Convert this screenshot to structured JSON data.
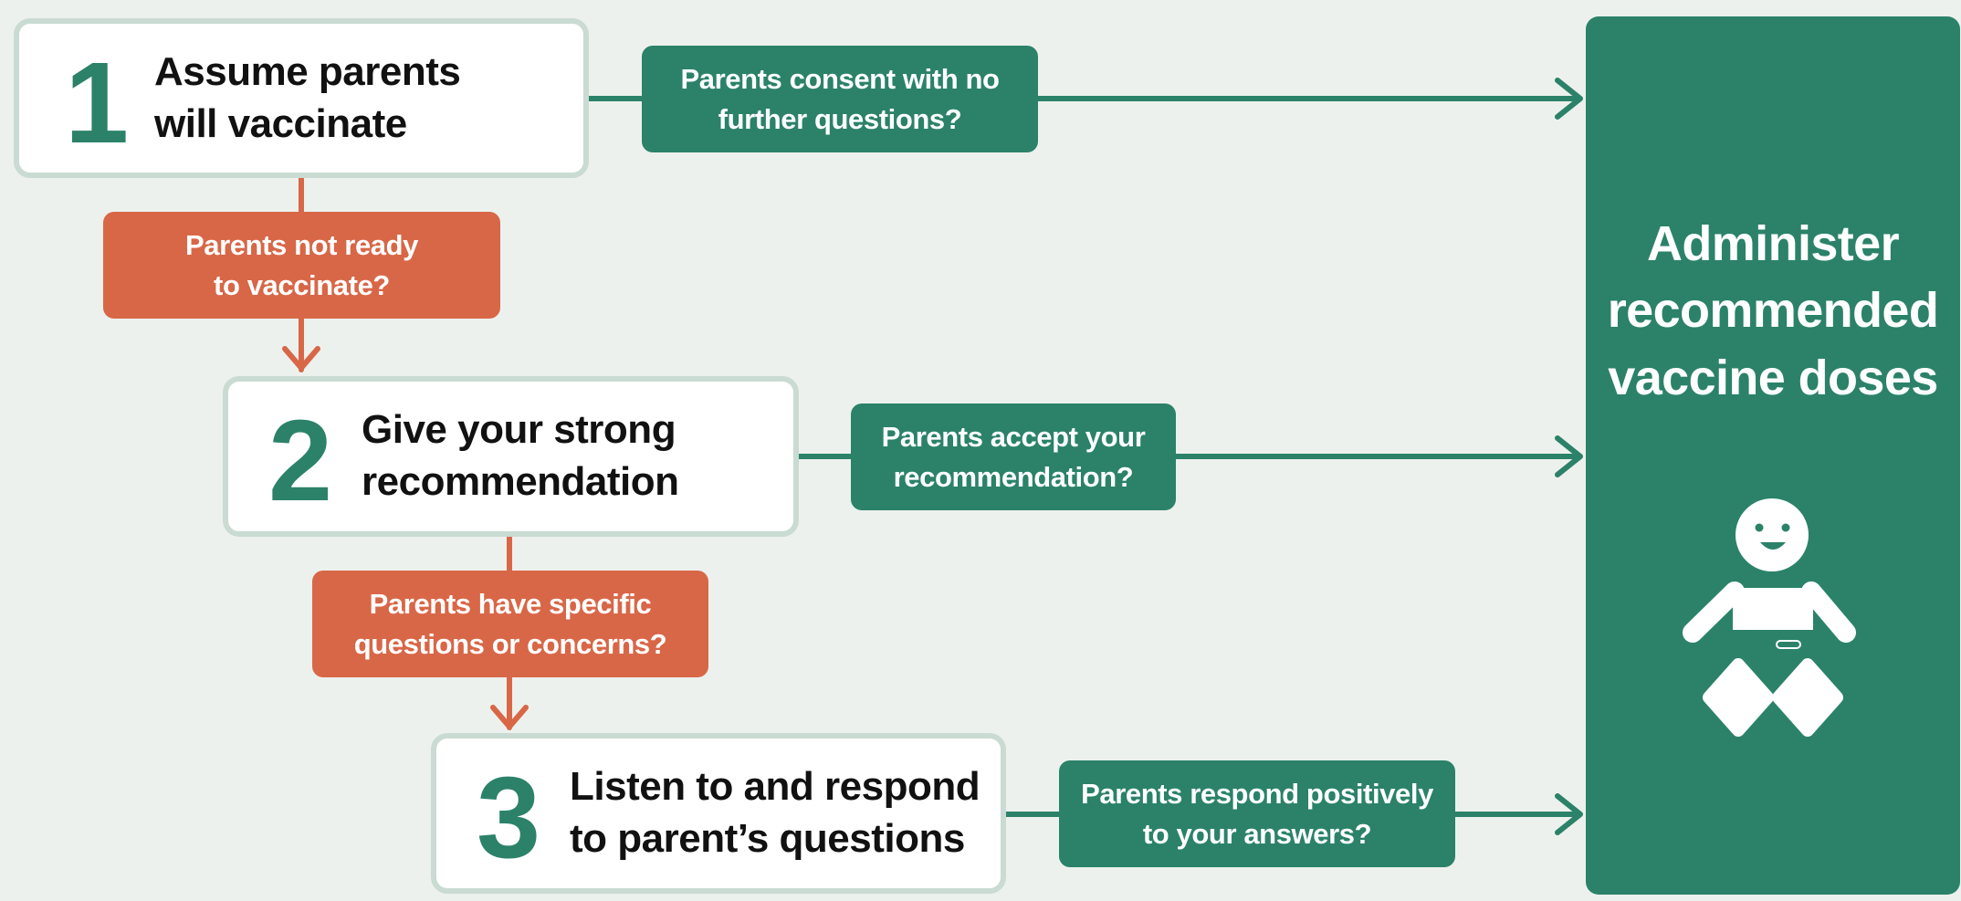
{
  "steps": [
    {
      "number": "1",
      "line1": "Assume parents",
      "line2": "will vaccinate"
    },
    {
      "number": "2",
      "line1": "Give your strong",
      "line2": "recommendation"
    },
    {
      "number": "3",
      "line1": "Listen to and respond",
      "line2": "to parent’s questions"
    }
  ],
  "green_questions": [
    {
      "line1": "Parents consent with no",
      "line2": "further questions?"
    },
    {
      "line1": "Parents accept your",
      "line2": "recommendation?"
    },
    {
      "line1": "Parents respond positively",
      "line2": "to your answers?"
    }
  ],
  "orange_questions": [
    {
      "line1": "Parents not ready",
      "line2": "to vaccinate?"
    },
    {
      "line1": "Parents have specific",
      "line2": "questions or concerns?"
    }
  ],
  "outcome": {
    "line1": "Administer",
    "line2": "recommended",
    "line3": "vaccine doses",
    "icon": "baby-icon"
  },
  "colors": {
    "green": "#2b8269",
    "orange": "#d86747",
    "border": "#c9dbd3",
    "background": "#edf1ed"
  }
}
